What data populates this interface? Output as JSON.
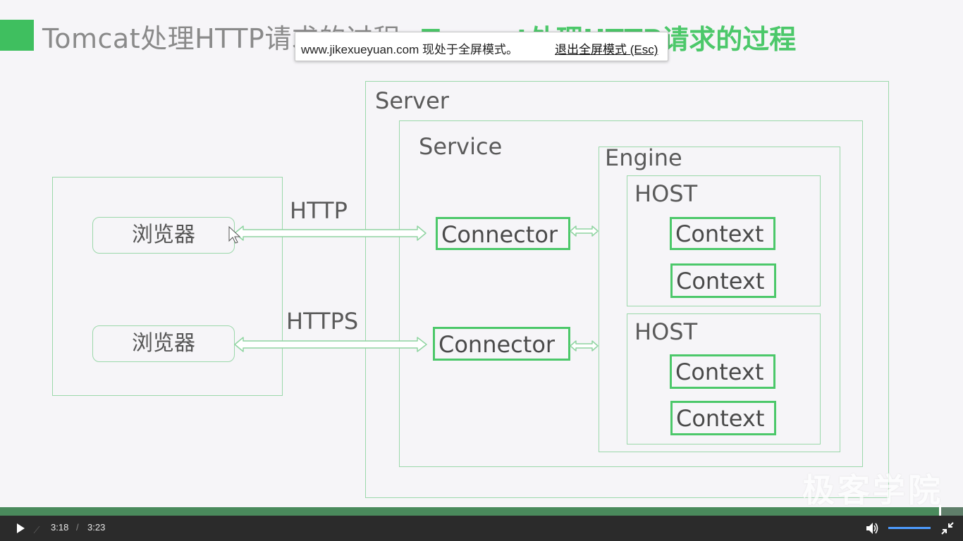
{
  "slide": {
    "title": "Tomcat处理HTTP请求的过程",
    "title_duplicate": "Tomcat处理HTTP请求的过程",
    "accent_color": "#3fbf5f"
  },
  "fullscreen_notice": {
    "message": "www.jikexueyuan.com 现处于全屏模式。",
    "exit_link": "退出全屏模式 (Esc)"
  },
  "diagram": {
    "client": {
      "browser_top": "浏览器",
      "browser_bottom": "浏览器"
    },
    "protocols": {
      "top": "HTTP",
      "bottom": "HTTPS"
    },
    "server": {
      "label": "Server",
      "service_label": "Service",
      "connector_top": "Connector",
      "connector_bottom": "Connector",
      "engine_label": "Engine",
      "host_top": {
        "label": "HOST",
        "contexts": [
          "Context",
          "Context"
        ]
      },
      "host_bottom": {
        "label": "HOST",
        "contexts": [
          "Context",
          "Context"
        ]
      }
    }
  },
  "watermark": "极客学院",
  "player": {
    "current_time": "3:18",
    "time_separator": "/",
    "duration": "3:23",
    "progress_fraction": 0.9754,
    "volume_fraction": 1.0,
    "play_icon": "play-icon",
    "volume_icon": "volume-icon",
    "exit_fullscreen_icon": "exit-fullscreen-icon"
  }
}
